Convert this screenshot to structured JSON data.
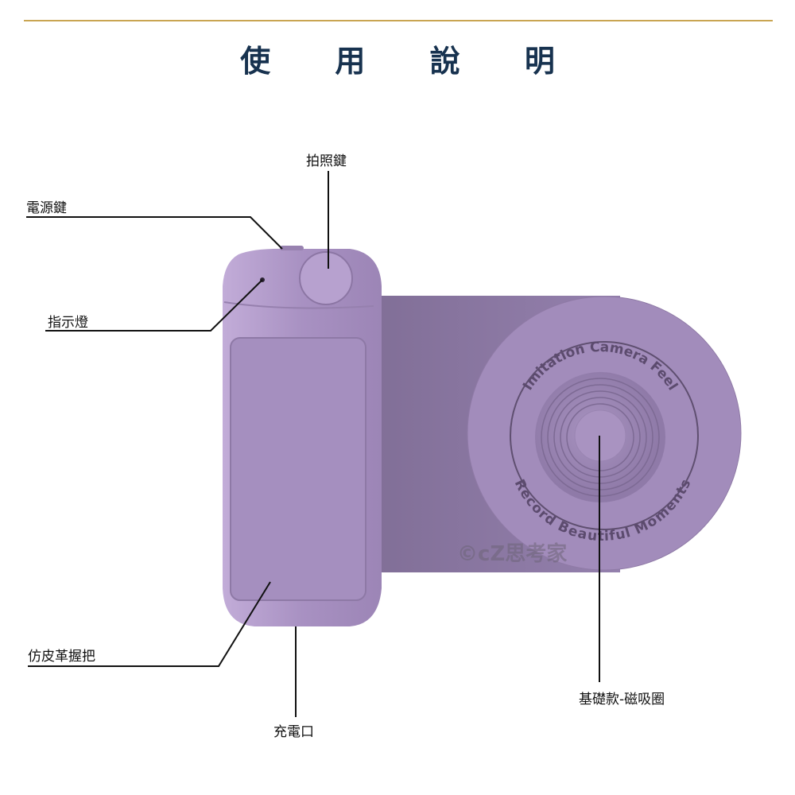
{
  "title": "使 用 說 明",
  "labels": {
    "shutter": "拍照鍵",
    "power": "電源鍵",
    "indicator": "指示燈",
    "grip": "仿皮革握把",
    "charge_port": "充電口",
    "magnetic_ring": "基礎款-磁吸圈"
  },
  "ring_text": {
    "top": "Imitation Camera Feel",
    "bottom": "Record Beautiful Moments"
  },
  "watermark": "©cZ思考家",
  "colors": {
    "accent_line": "#c9a552",
    "title": "#17324f",
    "device": "#a08bb8"
  }
}
